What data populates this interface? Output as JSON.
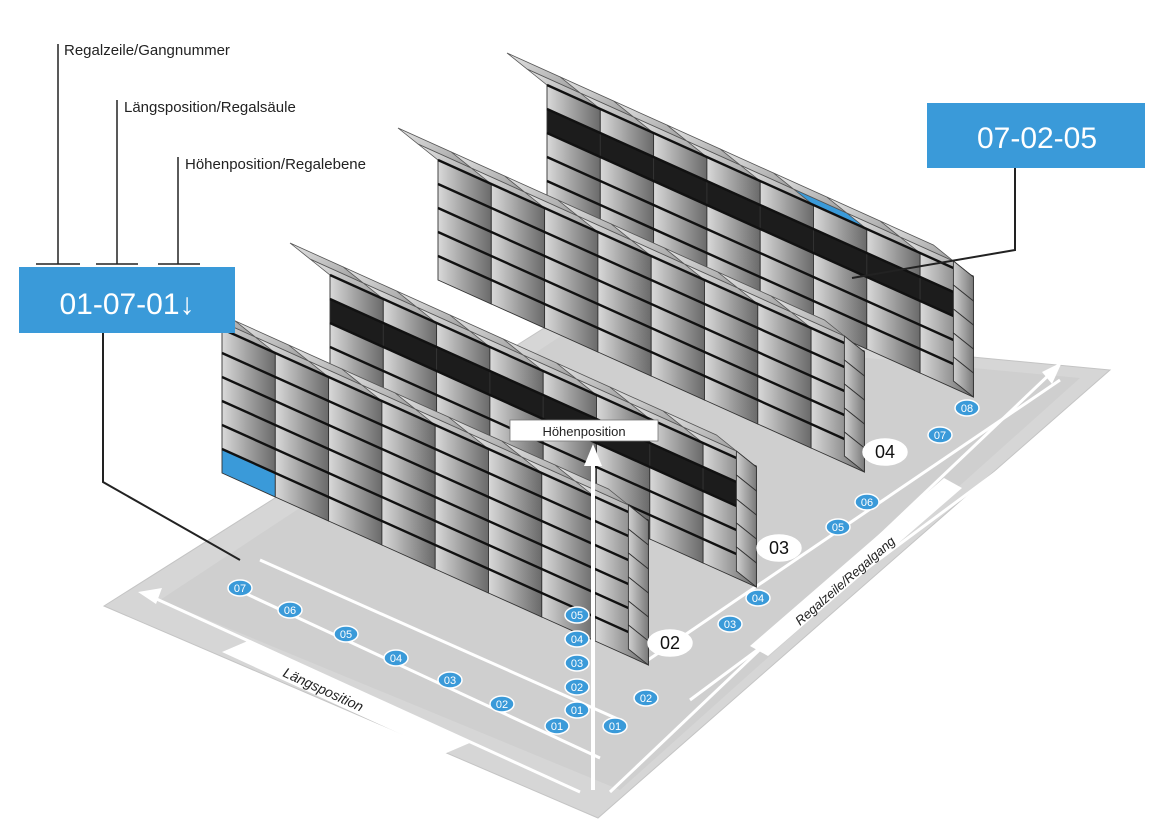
{
  "legend": {
    "row_label": "Regalzeile/Gangnummer",
    "column_label": "Längsposition/Regalsäule",
    "level_label": "Höhenposition/Regalebene",
    "code_example": "01-07-01↓"
  },
  "callout_code": "07-02-05",
  "axes": {
    "height": "Höhenposition",
    "length": "Längsposition",
    "row": "Regalzeile/Regalgang"
  },
  "rows": [
    "02",
    "03",
    "04"
  ],
  "length_positions": [
    "07",
    "06",
    "05",
    "04",
    "03",
    "02",
    "01"
  ],
  "level_labels": [
    "05",
    "04",
    "03",
    "02",
    "01"
  ],
  "row_positions": [
    "01",
    "02",
    "03",
    "04",
    "05",
    "06",
    "07",
    "08"
  ],
  "colors": {
    "accent": "#3a9ad9",
    "shelf_dark": "#1c1c1c",
    "floor": "#d6d6d6"
  }
}
